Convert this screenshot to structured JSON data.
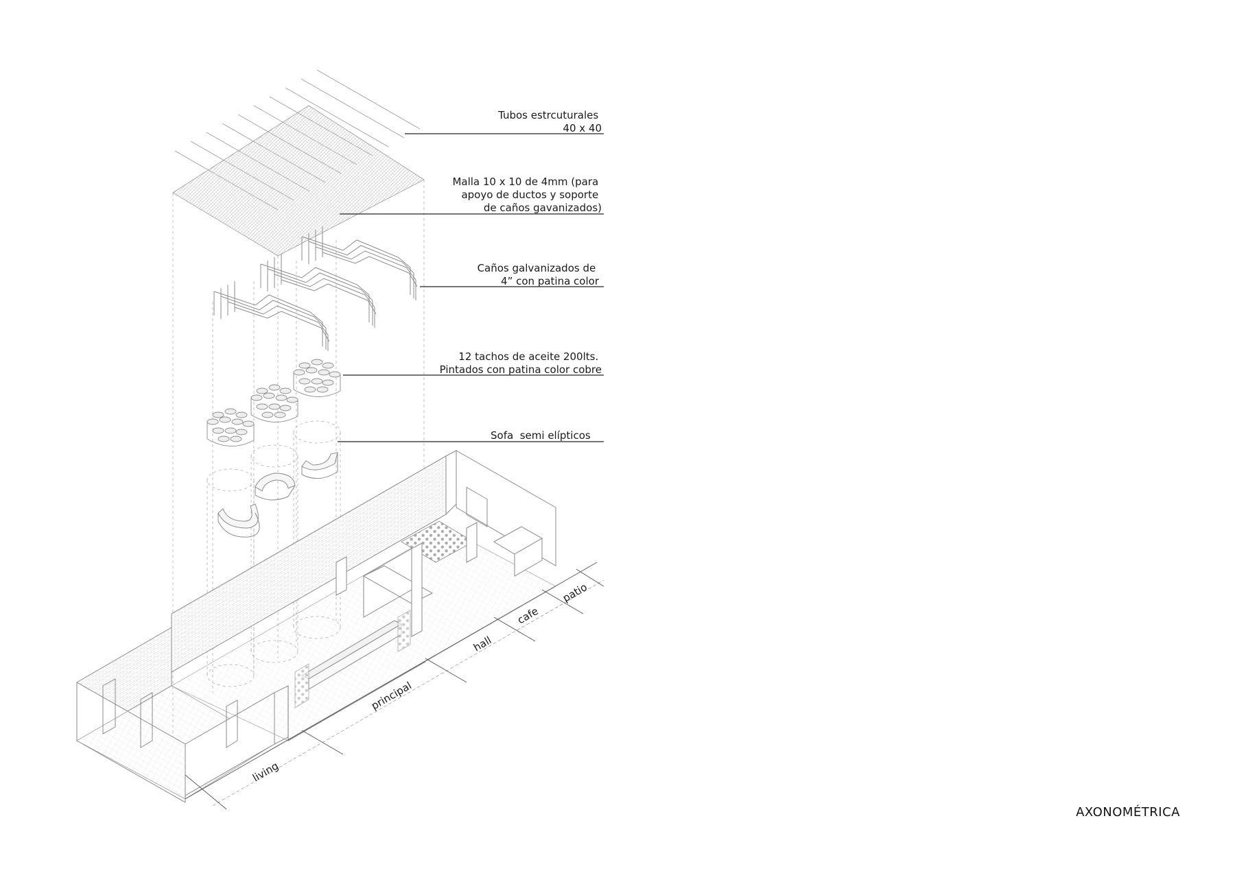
{
  "title": "AXONOMÉTRICA",
  "annotations": [
    {
      "id": "tubos",
      "lines": [
        "Tubos estrcuturales",
        "40 x 40"
      ]
    },
    {
      "id": "malla",
      "lines": [
        "Malla 10 x 10 de 4mm (para",
        "apoyo de ductos y soporte",
        "de caños gavanizados)"
      ]
    },
    {
      "id": "canos",
      "lines": [
        "Caños galvanizados de",
        "4” con patina color"
      ]
    },
    {
      "id": "tachos",
      "lines": [
        "12 tachos de aceite 200lts.",
        "Pintados con patina color cobre"
      ]
    },
    {
      "id": "sofa",
      "lines": [
        "Sofa  semi elípticos"
      ]
    }
  ],
  "zones": [
    "living",
    "principal",
    "hall",
    "cafe",
    "patio"
  ],
  "colors": {
    "line": "#9a9a9a",
    "text": "#1a1a1a",
    "background": "#ffffff"
  }
}
